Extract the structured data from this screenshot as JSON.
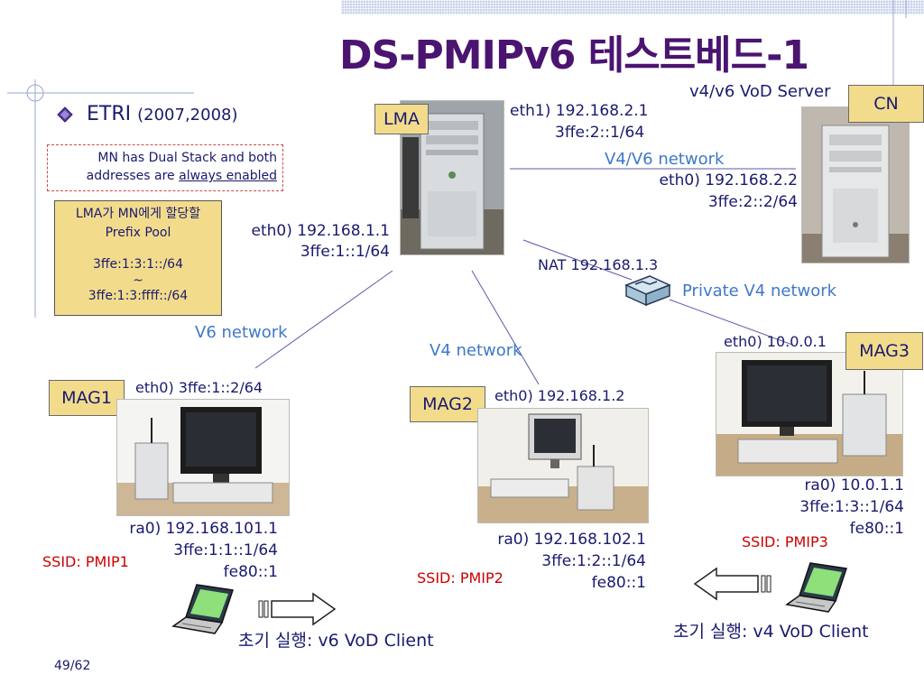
{
  "slide": {
    "title": "DS-PMIPv6 테스트베드-1",
    "page_number": "49/62",
    "bullet": {
      "text": "ETRI",
      "years": "(2007,2008)"
    },
    "dual_stack_note": {
      "line1": "MN has Dual Stack and both",
      "line2_prefix": "addresses are",
      "line2_link": "always enabled"
    },
    "prefix_pool": {
      "title1": "LMA가 MN에게 할당할",
      "title2": "Prefix Pool",
      "start": "3ffe:1:3:1::/64",
      "tilde": "~",
      "end": "3ffe:1:3:ffff::/64"
    }
  },
  "nodes": {
    "lma": {
      "label": "LMA",
      "eth1_v4": "eth1) 192.168.2.1",
      "eth1_v6": "3ffe:2::1/64",
      "eth0_v4": "eth0) 192.168.1.1",
      "eth0_v6": "3ffe:1::1/64"
    },
    "cn": {
      "label": "CN",
      "role": "v4/v6 VoD Server",
      "eth0_v4": "eth0) 192.168.2.2",
      "eth0_v6": "3ffe:2::2/64"
    },
    "nat": {
      "label": "NAT 192.168.1.3"
    },
    "mag1": {
      "label": "MAG1",
      "eth0": "eth0) 3ffe:1::2/64",
      "ra0_v4": "ra0) 192.168.101.1",
      "ra0_v6": "3ffe:1:1::1/64",
      "ra0_ll": "fe80::1",
      "ssid": "SSID: PMIP1"
    },
    "mag2": {
      "label": "MAG2",
      "eth0": "eth0) 192.168.1.2",
      "ra0_v4": "ra0) 192.168.102.1",
      "ra0_v6": "3ffe:1:2::1/64",
      "ra0_ll": "fe80::1",
      "ssid": "SSID: PMIP2"
    },
    "mag3": {
      "label": "MAG3",
      "eth0": "eth0) 10.0.0.1",
      "ra0_v4": "ra0) 10.0.1.1",
      "ra0_v6": "3ffe:1:3::1/64",
      "ra0_ll": "fe80::1",
      "ssid": "SSID: PMIP3"
    }
  },
  "networks": {
    "v4v6": "V4/V6 network",
    "private_v4": "Private V4 network",
    "v6": "V6 network",
    "v4": "V4 network"
  },
  "clients": {
    "left": {
      "prefix": "초기 실행",
      "suffix": ": v6 VoD Client"
    },
    "right": {
      "prefix": "초기 실행",
      "suffix": ": v4 VoD Client"
    }
  },
  "colors": {
    "title": "#4a1470",
    "text": "#1a1a6e",
    "network_label": "#3f78c8",
    "ssid": "#cc0000",
    "label_box": "#f2dc8c",
    "line": "#5a5aa8"
  }
}
